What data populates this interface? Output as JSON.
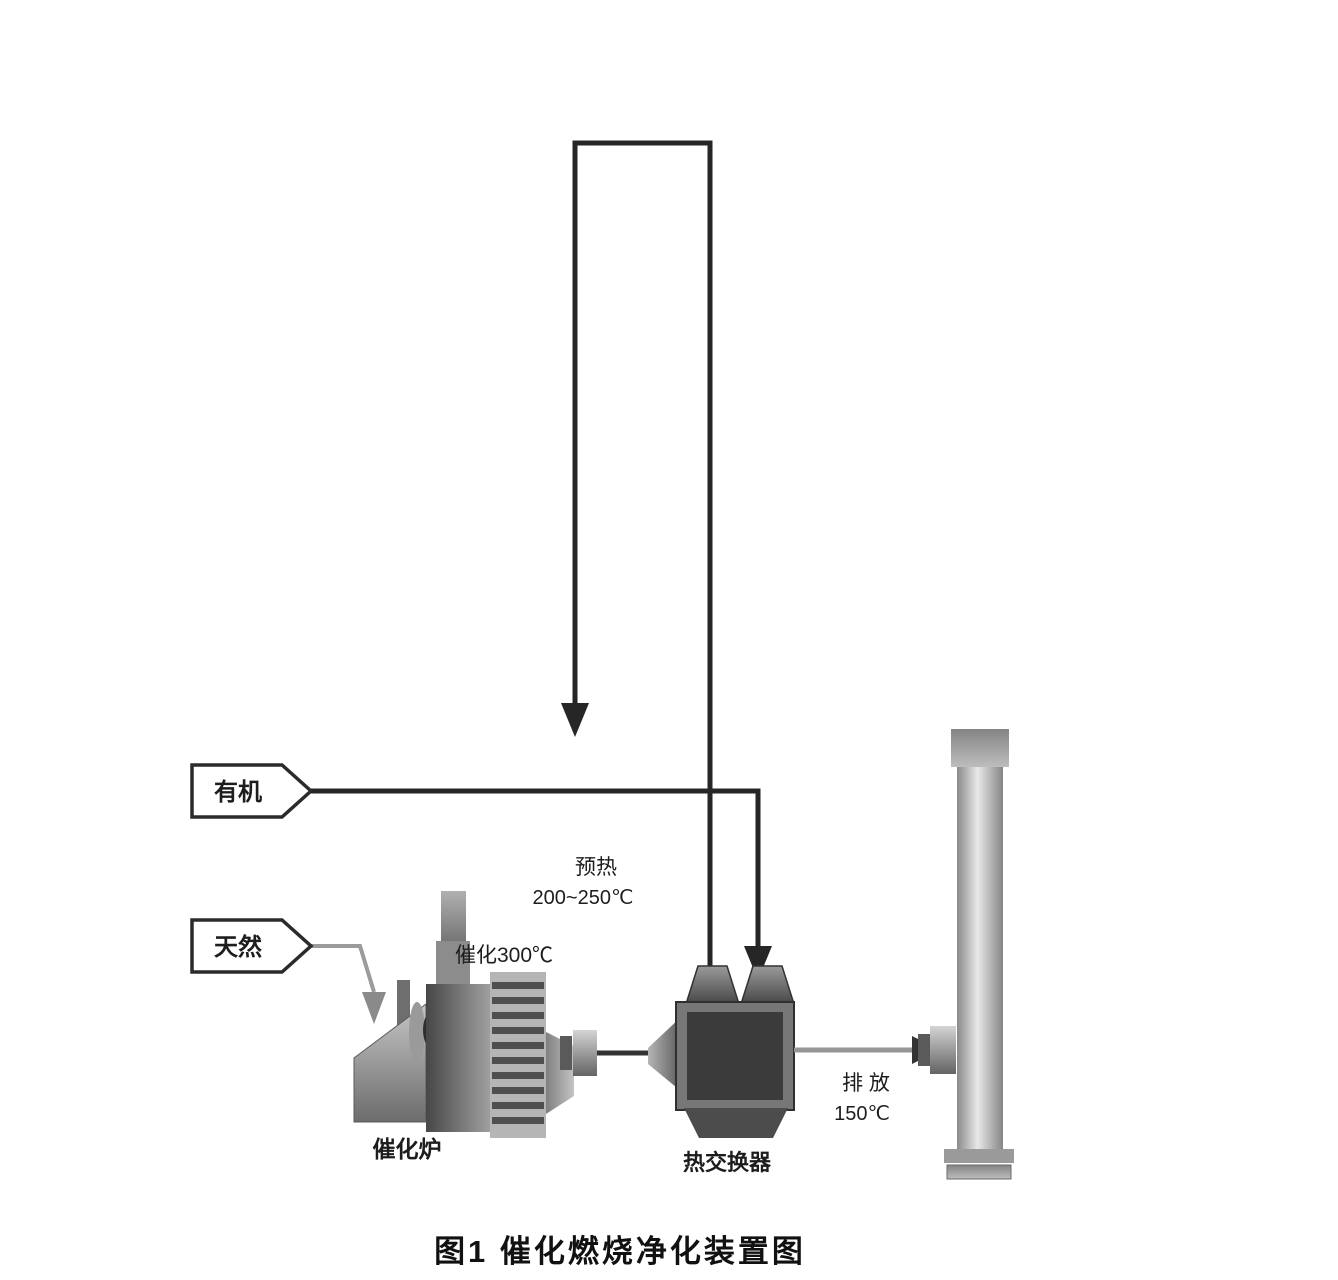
{
  "figure": {
    "caption": "图1  催化燃烧净化装置图"
  },
  "tags": {
    "organic": "有机",
    "natural": "天然"
  },
  "annotations": {
    "preheat": "预热",
    "preheat_temp": "200~250℃",
    "catalysis_temp": "催化300℃",
    "furnace_label": "催化炉",
    "exchanger_label": "热交换器",
    "exhaust": "排 放",
    "exhaust_temp": "150℃"
  },
  "colors": {
    "background": "#ffffff",
    "pipe_dark": "#262626",
    "pipe_gray": "#9b9b9b",
    "machine_dark": "#3b3b3b",
    "machine_mid": "#7a7a7a",
    "machine_light": "#c8c8c8",
    "text": "#1d1d1d"
  }
}
